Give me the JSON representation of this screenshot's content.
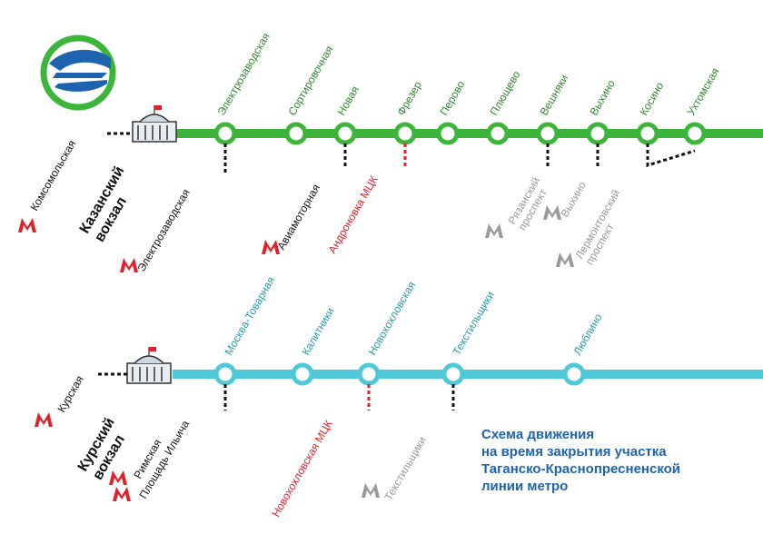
{
  "colors": {
    "green_line": "#3cb53a",
    "cyan_line": "#4fc8d8",
    "green_text": "#2e8b2e",
    "cyan_text": "#2a9aab",
    "metro_red": "#e3202a",
    "mcc_red": "#e3202a",
    "grey": "#9a9a9a",
    "dark": "#111111",
    "title_blue": "#1e63b0"
  },
  "logo": {
    "name": "rzd-train-logo"
  },
  "kazansky": {
    "terminal": [
      "Казанский",
      "вокзал"
    ],
    "transfers": [
      {
        "name": "Комсомольская",
        "metro": true
      }
    ],
    "stations": [
      "Электрозаводская",
      "Сортировочная",
      "Новая",
      "Фрезер",
      "Перово",
      "Плющево",
      "Вешняки",
      "Выхино",
      "Косино",
      "Ухтомская"
    ],
    "transfers_below": [
      {
        "label": "Электрозаводская",
        "kind": "metro"
      },
      {
        "label": "Авиамоторная",
        "kind": "metro"
      },
      {
        "label": "Андроновка МЦК",
        "kind": "mcc"
      },
      {
        "label": [
          "Рязанский",
          "проспект"
        ],
        "kind": "closed"
      },
      {
        "label": "Выхино",
        "kind": "closed"
      },
      {
        "label": [
          "Лермонтовский",
          "проспект"
        ],
        "kind": "closed"
      }
    ]
  },
  "kursky": {
    "terminal": [
      "Курский",
      "вокзал"
    ],
    "transfers": [
      {
        "name": "Курская",
        "metro": true
      },
      {
        "name": "Римская",
        "metro": true
      },
      {
        "name": "Площадь Ильича",
        "metro": true
      }
    ],
    "stations": [
      "Москва-Товарная",
      "Калитники",
      "Новохохловская",
      "Текстильщики",
      "Люблино"
    ],
    "transfers_below": [
      {
        "label": "Новохохловская МЦК",
        "kind": "mcc"
      },
      {
        "label": "Текстильщики",
        "kind": "closed"
      }
    ]
  },
  "caption": [
    "Схема движения",
    "на время закрытия участка",
    "Таганско-Краснопресненской",
    "линии метро"
  ]
}
